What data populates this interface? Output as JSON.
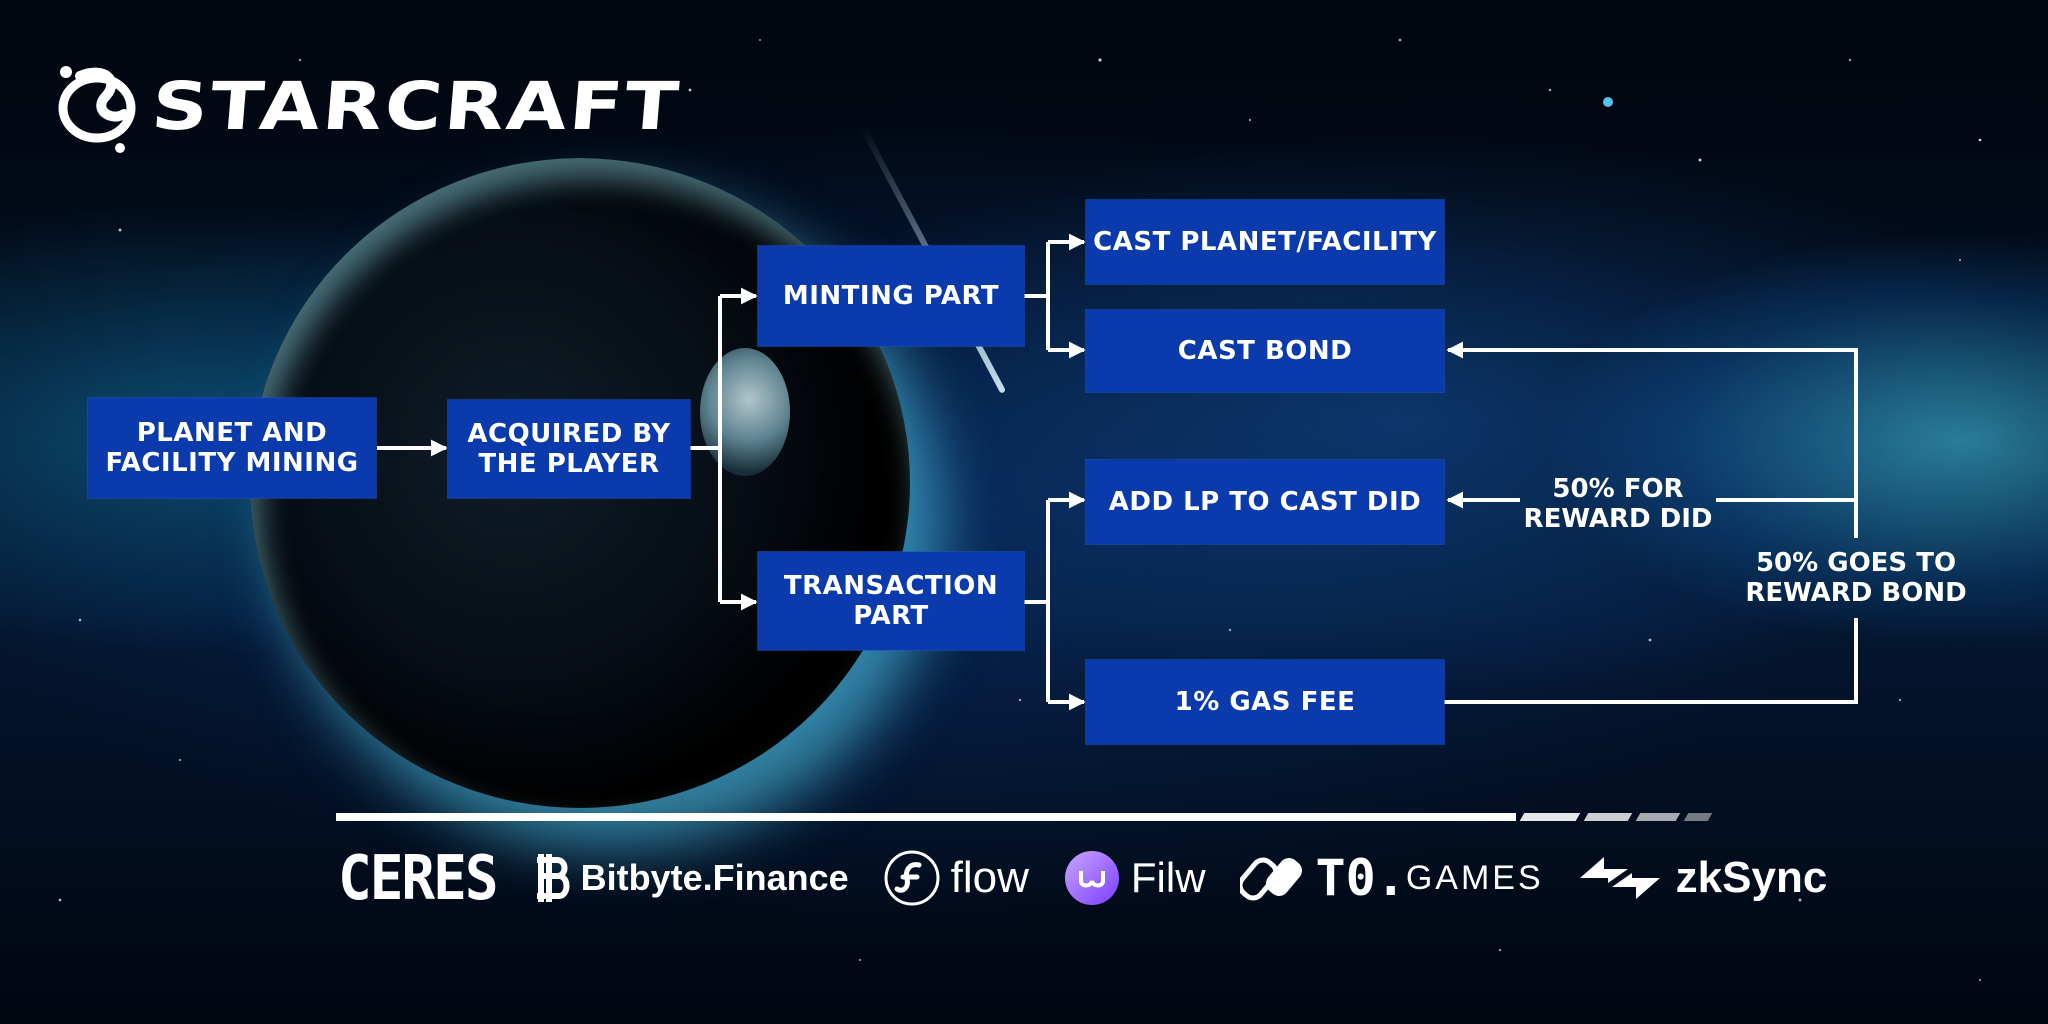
{
  "brand": {
    "name": "STARCRAFT"
  },
  "diagram": {
    "nodes": {
      "mining": "PLANET AND\nFACILITY MINING",
      "acquired": "ACQUIRED BY\nTHE PLAYER",
      "minting": "MINTING PART",
      "transaction": "TRANSACTION\nPART",
      "cast_planet": "CAST PLANET/FACILITY",
      "cast_bond": "CAST BOND",
      "add_lp": "ADD LP TO CAST DID",
      "gas_fee": "1% GAS FEE"
    },
    "labels": {
      "reward_did": "50% FOR\nREWARD DID",
      "reward_bond": "50% GOES TO\nREWARD BOND"
    }
  },
  "partners": {
    "ceres": "CERES",
    "bitbyte": "Bitbyte.Finance",
    "flow": "flow",
    "filw": "Filw",
    "t0": "T0.",
    "games": "GAMES",
    "zksync": "zkSync"
  },
  "colors": {
    "box": "#0a3aac",
    "line": "#ffffff",
    "background": "#020814"
  }
}
